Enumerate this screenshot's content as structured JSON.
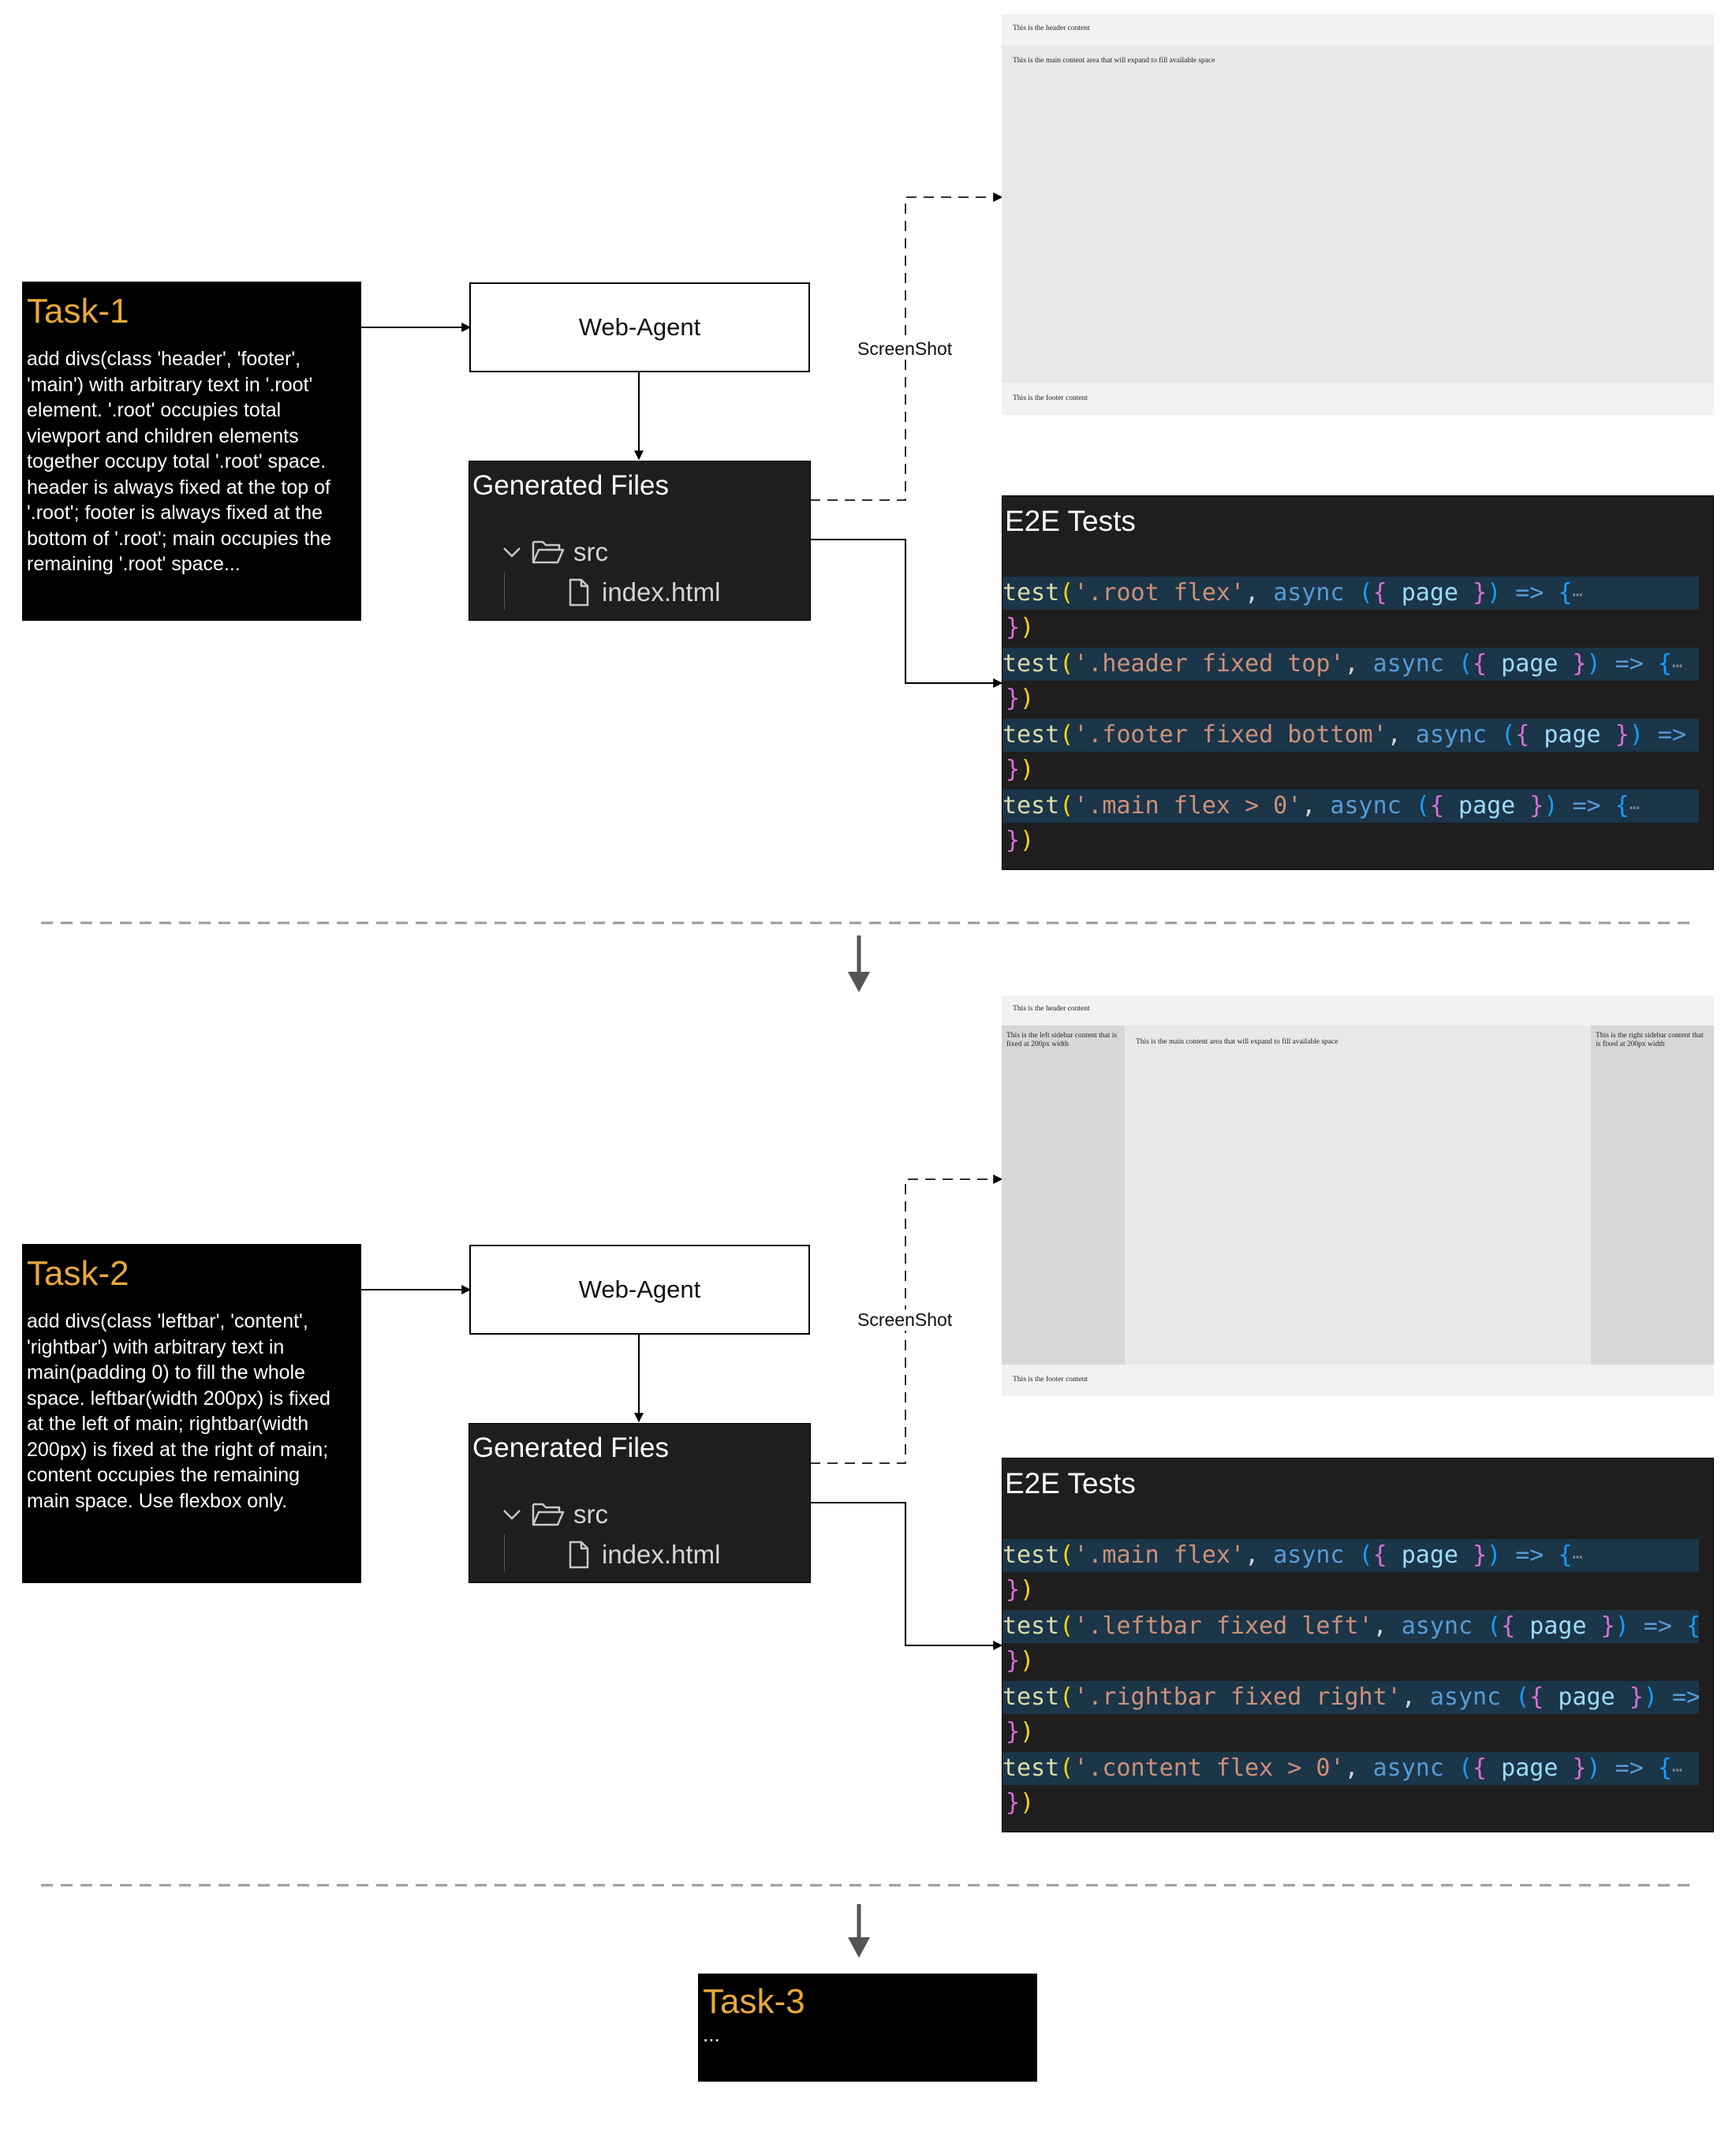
{
  "tasks": [
    {
      "title": "Task-1",
      "description": "add divs(class 'header', 'footer',\n'main') with arbitrary text in '.root'\nelement. '.root' occupies total\nviewport and children elements\ntogether occupy total '.root' space.\nheader is always fixed at the top of\n'.root'; footer is always fixed at the\nbottom of '.root'; main occupies the\nremaining '.root' space..."
    },
    {
      "title": "Task-2",
      "description": "add divs(class 'leftbar', 'content',\n'rightbar') with arbitrary text in\nmain(padding 0) to fill the whole\nspace. leftbar(width 200px) is fixed\nat the left of main; rightbar(width\n200px) is fixed at the right of main;\ncontent occupies the remaining\nmain space. Use flexbox only."
    },
    {
      "title": "Task-3",
      "description": "..."
    }
  ],
  "web_agent_label": "Web-Agent",
  "generated_files": {
    "title": "Generated Files",
    "folder": "src",
    "file": "index.html"
  },
  "screenshot_label": "ScreenShot",
  "screenshot1": {
    "header": "This is the header content",
    "main": "This is the main content area that will expand to fill available space",
    "footer": "This is the footer content"
  },
  "screenshot2": {
    "header": "This is the header content",
    "leftbar": "This is the left sidebar content that is fixed at 200px width",
    "content": "This is the main content area that will expand to fill available space",
    "rightbar": "This is the right sidebar content that is fixed at 200px width",
    "footer": "This is the footer content"
  },
  "e2e_title": "E2E Tests",
  "tests1": [
    {
      "name": "'.root flex'",
      "tail": "{",
      "ellipsis": "⋯"
    },
    {
      "name": "'.header fixed top'",
      "tail": "{",
      "ellipsis": "⋯"
    },
    {
      "name": "'.footer fixed bottom'",
      "tail": "",
      "ellipsis": ""
    },
    {
      "name": "'.main flex > 0'",
      "tail": "{",
      "ellipsis": "⋯"
    }
  ],
  "tests2": [
    {
      "name": "'.main flex'",
      "tail": "{",
      "ellipsis": "⋯"
    },
    {
      "name": "'.leftbar fixed left'",
      "tail": "{",
      "ellipsis": "·"
    },
    {
      "name": "'.rightbar fixed right'",
      "tail": "",
      "ellipsis": ""
    },
    {
      "name": "'.content flex > 0'",
      "tail": "{",
      "ellipsis": "⋯"
    }
  ],
  "code_tokens": {
    "fn": "test",
    "open_paren": "(",
    "comma": ", ",
    "async_kw": "async",
    "open_arg": "(",
    "open_brace": "{",
    "param": "page",
    "close_brace": "}",
    "close_arg": ")",
    "arrow": "=>",
    "close_block": "}",
    "close_call": ")"
  },
  "colors": {
    "task_title": "#e7a93a",
    "panel_bg": "#1e1e1e",
    "highlight_line": "#1b3549",
    "arrow_solid": "#000000",
    "arrow_down": "#555555",
    "separator": "#9a9a9a"
  },
  "icons": [
    "chevron-down-icon",
    "folder-open-icon",
    "file-icon",
    "down-arrow-icon"
  ]
}
